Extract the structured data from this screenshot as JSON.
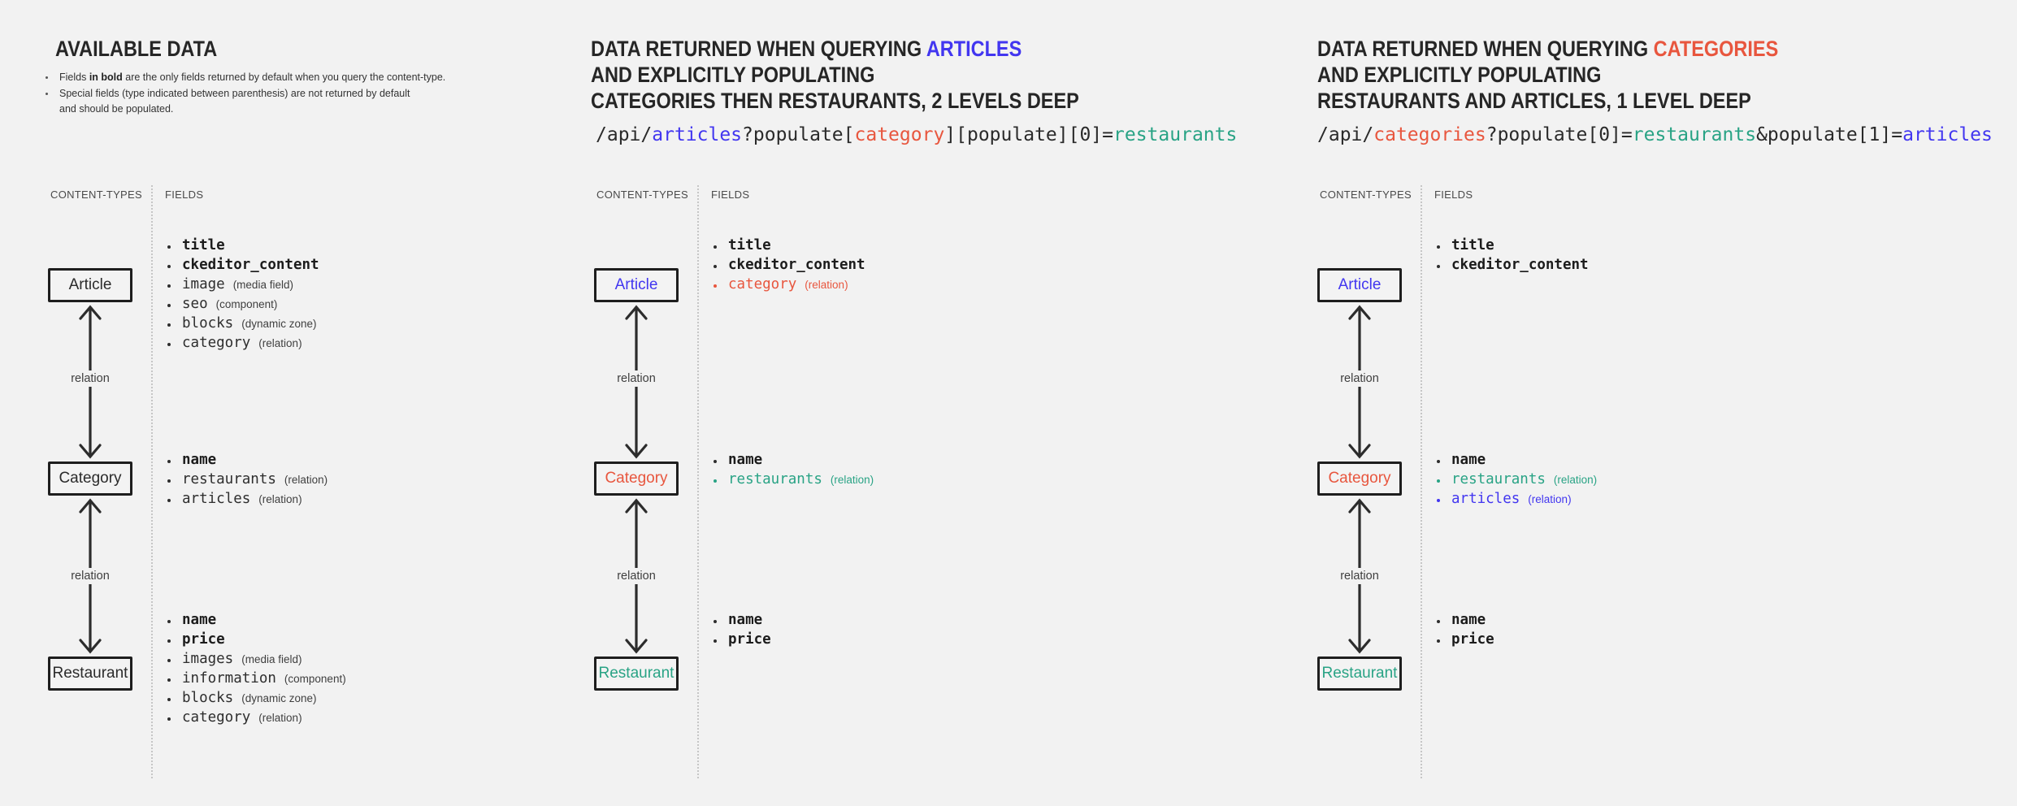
{
  "colors": {
    "ink": "#2a2a2a",
    "blue": "#4236f0",
    "red": "#e8563e",
    "teal": "#29a385",
    "muted": "#3f3f3f"
  },
  "c1": {
    "title_lines": [
      [
        {
          "t": "AVAILABLE DATA"
        }
      ]
    ],
    "notes": [
      {
        "bullet": true,
        "segs": [
          {
            "t": "Fields "
          },
          {
            "t": "in bold",
            "b": true
          },
          {
            "t": " are the only fields returned by default when you query the content-type."
          }
        ]
      },
      {
        "bullet": true,
        "segs": [
          {
            "t": "Special fields (type indicated between parenthesis) are not returned by default"
          }
        ]
      },
      {
        "bullet": false,
        "segs": [
          {
            "t": "and should be populated."
          }
        ]
      }
    ],
    "types_header": "CONTENT-TYPES",
    "fields_header": "FIELDS",
    "relation_label": "relation",
    "boxes": [
      [
        {
          "t": "Article"
        }
      ],
      [
        {
          "t": "Category"
        }
      ],
      [
        {
          "t": "Restaurant"
        }
      ]
    ],
    "fields": {
      "article": [
        {
          "name": "title",
          "b": true
        },
        {
          "name": "ckeditor_content",
          "b": true
        },
        {
          "name": "image",
          "type": "(media field)"
        },
        {
          "name": "seo",
          "type": "(component)"
        },
        {
          "name": "blocks",
          "type": "(dynamic zone)"
        },
        {
          "name": "category",
          "type": "(relation)"
        }
      ],
      "category": [
        {
          "name": "name",
          "b": true
        },
        {
          "name": "restaurants",
          "type": "(relation)"
        },
        {
          "name": "articles",
          "type": "(relation)"
        }
      ],
      "restaurant": [
        {
          "name": "name",
          "b": true
        },
        {
          "name": "price",
          "b": true
        },
        {
          "name": "images",
          "type": "(media field)"
        },
        {
          "name": "information",
          "type": "(component)"
        },
        {
          "name": "blocks",
          "type": "(dynamic zone)"
        },
        {
          "name": "category",
          "type": "(relation)"
        }
      ]
    }
  },
  "c2": {
    "title_lines": [
      [
        {
          "t": "DATA RETURNED WHEN QUERYING "
        },
        {
          "t": "ARTICLES",
          "c": "blue"
        }
      ],
      [
        {
          "t": "AND EXPLICITLY POPULATING"
        }
      ],
      [
        {
          "t": "CATEGORIES THEN RESTAURANTS, 2 LEVELS DEEP"
        }
      ]
    ],
    "code": [
      {
        "t": "/api/"
      },
      {
        "t": "articles",
        "c": "blue"
      },
      {
        "t": "?populate["
      },
      {
        "t": "category",
        "c": "red"
      },
      {
        "t": "][populate][0]="
      },
      {
        "t": "restaurants",
        "c": "teal"
      }
    ],
    "types_header": "CONTENT-TYPES",
    "fields_header": "FIELDS",
    "relation_label": "relation",
    "boxes": [
      [
        {
          "t": "Article",
          "c": "blue"
        }
      ],
      [
        {
          "t": "Category",
          "c": "red"
        }
      ],
      [
        {
          "t": "Restaurant",
          "c": "teal"
        }
      ]
    ],
    "fields": {
      "article": [
        {
          "name": "title",
          "b": true
        },
        {
          "name": "ckeditor_content",
          "b": true
        },
        {
          "name": "category",
          "type": "(relation)",
          "c": "red"
        }
      ],
      "category": [
        {
          "name": "name",
          "b": true
        },
        {
          "name": "restaurants",
          "type": "(relation)",
          "c": "teal"
        }
      ],
      "restaurant": [
        {
          "name": "name",
          "b": true
        },
        {
          "name": "price",
          "b": true
        }
      ]
    }
  },
  "c3": {
    "title_lines": [
      [
        {
          "t": "DATA RETURNED WHEN QUERYING "
        },
        {
          "t": "CATEGORIES",
          "c": "red"
        }
      ],
      [
        {
          "t": "AND EXPLICITLY POPULATING"
        }
      ],
      [
        {
          "t": "RESTAURANTS AND ARTICLES, 1 LEVEL DEEP"
        }
      ]
    ],
    "code": [
      {
        "t": "/api/"
      },
      {
        "t": "categories",
        "c": "red"
      },
      {
        "t": "?populate[0]="
      },
      {
        "t": "restaurants",
        "c": "teal"
      },
      {
        "t": "&populate[1]="
      },
      {
        "t": "articles",
        "c": "blue"
      }
    ],
    "types_header": "CONTENT-TYPES",
    "fields_header": "FIELDS",
    "relation_label": "relation",
    "boxes": [
      [
        {
          "t": "Article",
          "c": "blue"
        }
      ],
      [
        {
          "t": "Category",
          "c": "red"
        }
      ],
      [
        {
          "t": "Restaurant",
          "c": "teal"
        }
      ]
    ],
    "fields": {
      "article": [
        {
          "name": "title",
          "b": true
        },
        {
          "name": "ckeditor_content",
          "b": true
        }
      ],
      "category": [
        {
          "name": "name",
          "b": true
        },
        {
          "name": "restaurants",
          "type": "(relation)",
          "c": "teal"
        },
        {
          "name": "articles",
          "type": "(relation)",
          "c": "blue"
        }
      ],
      "restaurant": [
        {
          "name": "name",
          "b": true
        },
        {
          "name": "price",
          "b": true
        }
      ]
    }
  }
}
